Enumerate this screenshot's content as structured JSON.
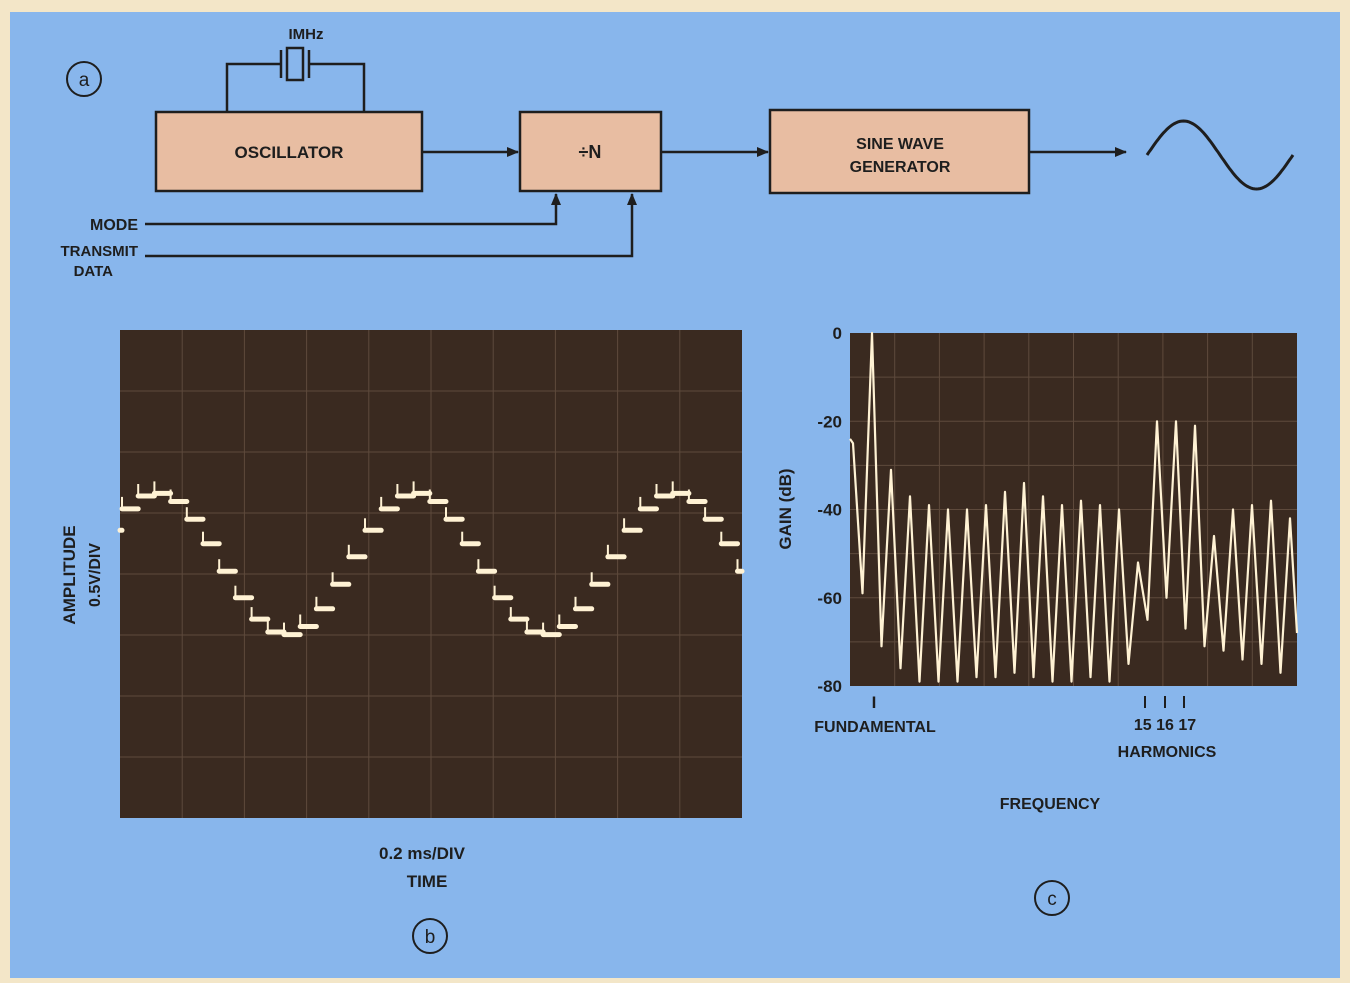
{
  "colors": {
    "panel_bg": "#88b6ec",
    "block_fill": "#e8bda2",
    "scope_bg": "#3a2a20",
    "trace": "#fff2d4",
    "ink": "#1e1e1e"
  },
  "panel_a": {
    "marker": "a",
    "crystal_label": "IMHz",
    "blocks": {
      "oscillator": "OSCILLATOR",
      "divider": "÷N",
      "sine_line1": "SINE WAVE",
      "sine_line2": "GENERATOR"
    },
    "inputs": {
      "mode": "MODE",
      "transmit_line1": "TRANSMIT",
      "transmit_line2": "DATA"
    }
  },
  "panel_b": {
    "marker": "b",
    "y_label_line1": "AMPLITUDE",
    "y_label_line2": "0.5V/DIV",
    "x_scale": "0.2 ms/DIV",
    "x_label": "TIME",
    "steps_per_cycle": 16,
    "cycles_visible": 2.4
  },
  "panel_c": {
    "marker": "c",
    "y_label": "GAIN (dB)",
    "y_ticks": [
      "0",
      "-20",
      "-40",
      "-60",
      "-80"
    ],
    "y_tick_values": [
      0,
      -20,
      -40,
      -60,
      -80
    ],
    "fundamental_tick": "I",
    "fundamental_label": "FUNDAMENTAL",
    "harmonic_numbers": "15 16 17",
    "harmonics_label": "HARMONICS",
    "x_label": "FREQUENCY"
  },
  "chart_data": [
    {
      "type": "line",
      "title": "",
      "xlabel": "TIME",
      "ylabel": "AMPLITUDE 0.5V/DIV",
      "x_units": "0.2 ms/DIV",
      "description_of_trace": "staircase sine wave",
      "steps_per_cycle": 16
    },
    {
      "type": "line",
      "title": "",
      "xlabel": "FREQUENCY",
      "ylabel": "GAIN (dB)",
      "ylim": [
        -80,
        0
      ],
      "labeled_peaks": [
        {
          "label": "FUNDAMENTAL",
          "harmonic": 1,
          "gain_db": 0
        },
        {
          "label": "15",
          "harmonic": 15,
          "gain_db": -20
        },
        {
          "label": "16",
          "harmonic": 16,
          "gain_db": -20
        },
        {
          "label": "17",
          "harmonic": 17,
          "gain_db": -21
        }
      ]
    }
  ]
}
